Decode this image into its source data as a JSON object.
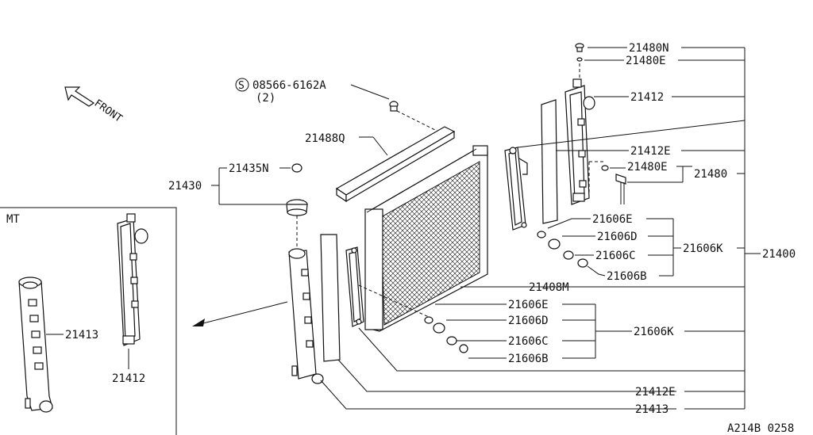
{
  "diagram": {
    "section_label": "MT",
    "front_label": "FRONT",
    "bolt_prefix": "S",
    "bolt_part": "08566-6162A",
    "bolt_qty": "(2)",
    "drawing_ref": "A214B 0258",
    "parts": {
      "p21480N": "21480N",
      "p21480E_top": "21480E",
      "p21412_top": "21412",
      "p21412E_top": "21412E",
      "p21480E_mid": "21480E",
      "p21480": "21480",
      "p21488Q": "21488Q",
      "p21435N": "21435N",
      "p21430": "21430",
      "p21606E_a": "21606E",
      "p21606D_a": "21606D",
      "p21606C_a": "21606C",
      "p21606B_a": "21606B",
      "p21606K_a": "21606K",
      "p21400": "21400",
      "p21408M": "21408M",
      "p21606E_b": "21606E",
      "p21606D_b": "21606D",
      "p21606C_b": "21606C",
      "p21606B_b": "21606B",
      "p21606K_b": "21606K",
      "p21412E_bot": "21412E",
      "p21413_bot": "21413",
      "p21413_mt": "21413",
      "p21412_mt": "21412"
    }
  }
}
